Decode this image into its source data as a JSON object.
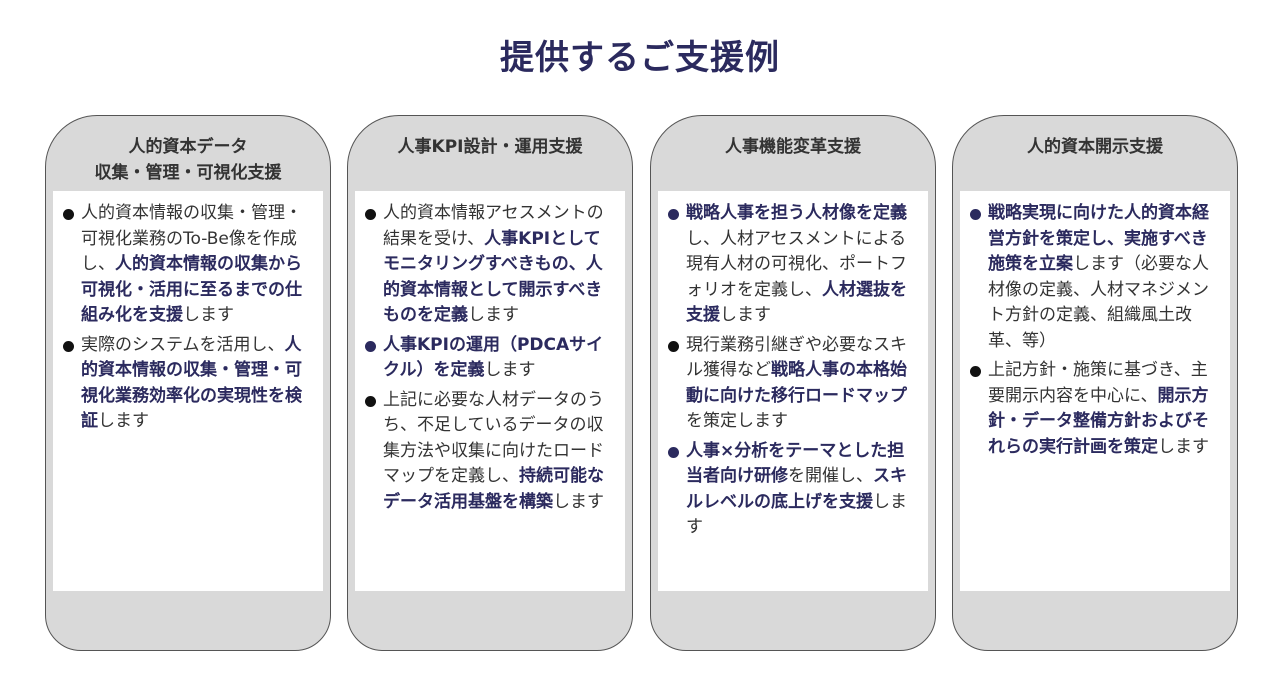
{
  "title": "提供するご支援例",
  "cards": [
    {
      "title": "人的資本データ\n収集・管理・可視化支援",
      "bullets": [
        [
          {
            "t": "人的資本情報の収集・管理・可視化業務のTo-Be像を作成し、",
            "b": false
          },
          {
            "t": "人的資本情報の収集から可視化・活用に至るまでの仕組み化を支援",
            "b": true
          },
          {
            "t": "します",
            "b": false
          }
        ],
        [
          {
            "t": "実際のシステムを活用し、",
            "b": false
          },
          {
            "t": "人的資本情報の収集・管理・可視化業務効率化の実現性を検証",
            "b": true
          },
          {
            "t": "します",
            "b": false
          }
        ]
      ]
    },
    {
      "title": "人事KPI設計・運用支援",
      "bullets": [
        [
          {
            "t": "人的資本情報アセスメントの結果を受け、",
            "b": false
          },
          {
            "t": "人事KPIとしてモニタリングすべきもの、人的資本情報として開示すべきものを定義",
            "b": true
          },
          {
            "t": "します",
            "b": false
          }
        ],
        [
          {
            "t": "人事KPIの運用（PDCAサイクル）を定義",
            "b": true
          },
          {
            "t": "します",
            "b": false
          }
        ],
        [
          {
            "t": "上記に必要な人材データのうち、不足しているデータの収集方法や収集に向けたロードマップを定義し、",
            "b": false
          },
          {
            "t": "持続可能なデータ活用基盤を構築",
            "b": true
          },
          {
            "t": "します",
            "b": false
          }
        ]
      ]
    },
    {
      "title": "人事機能変革支援",
      "bullets": [
        [
          {
            "t": "戦略人事を担う人材像を定義",
            "b": true
          },
          {
            "t": "し、人材アセスメントによる現有人材の可視化、ポートフォリオを定義し、",
            "b": false
          },
          {
            "t": "人材選抜を支援",
            "b": true
          },
          {
            "t": "します",
            "b": false
          }
        ],
        [
          {
            "t": "現行業務引継ぎや必要なスキル獲得など",
            "b": false
          },
          {
            "t": "戦略人事の本格始動に向けた移行ロードマップ",
            "b": true
          },
          {
            "t": "を策定します",
            "b": false
          }
        ],
        [
          {
            "t": "人事×分析をテーマとした担当者向け研修",
            "b": true
          },
          {
            "t": "を開催し、",
            "b": false
          },
          {
            "t": "スキルレベルの底上げを支援",
            "b": true
          },
          {
            "t": "します",
            "b": false
          }
        ]
      ]
    },
    {
      "title": "人的資本開示支援",
      "bullets": [
        [
          {
            "t": "戦略実現に向けた人的資本経営方針を策定し、実施すべき施策を立案",
            "b": true
          },
          {
            "t": "します（必要な人材像の定義、人材マネジメント方針の定義、組織風土改革、等）",
            "b": false
          }
        ],
        [
          {
            "t": "上記方針・施策に基づき、主要開示内容を中心に、",
            "b": false
          },
          {
            "t": "開示方針・データ整備方針およびそれらの実行計画を策定",
            "b": true
          },
          {
            "t": "します",
            "b": false
          }
        ]
      ]
    }
  ]
}
